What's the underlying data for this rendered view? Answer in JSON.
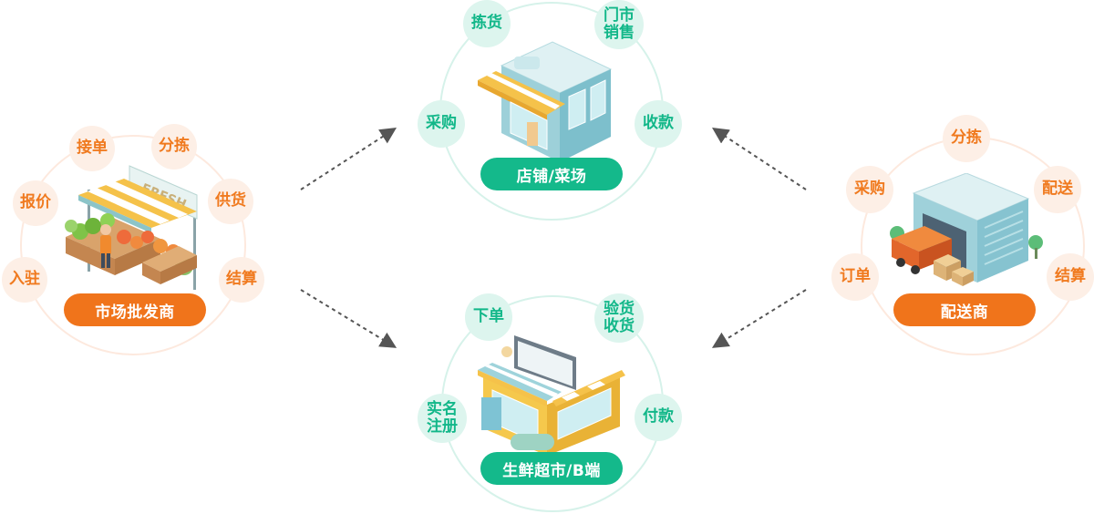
{
  "nodes": {
    "wholesaler": {
      "label": "市场批发商",
      "actions": [
        "接单",
        "分拣",
        "报价",
        "供货",
        "入驻",
        "结算"
      ]
    },
    "store": {
      "label": "店铺/菜场",
      "actions": [
        "拣货",
        "门市\n销售",
        "采购",
        "收款"
      ]
    },
    "supermarket": {
      "label": "生鲜超市/B端",
      "actions": [
        "下单",
        "验货\n收货",
        "实名\n注册",
        "付款"
      ]
    },
    "distributor": {
      "label": "配送商",
      "actions": [
        "分拣",
        "采购",
        "配送",
        "订单",
        "结算"
      ]
    }
  },
  "shop_sign": "FRESH",
  "colors": {
    "orange_accent": "#f0741b",
    "green_accent": "#14b98b",
    "orange_soft": "#fdefe6",
    "green_soft": "#ddf5ee",
    "arrow": "#555555"
  }
}
